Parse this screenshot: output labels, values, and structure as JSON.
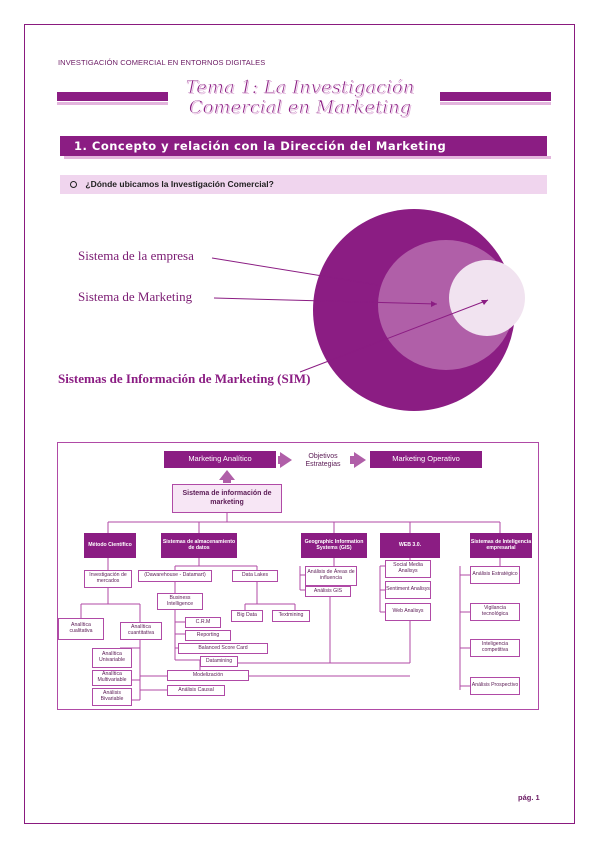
{
  "header": "INVESTIGACIÓN COMERCIAL EN ENTORNOS DIGITALES",
  "title_line1": "Tema 1: La Investigación",
  "title_line2": "Comercial en Marketing",
  "section": "1.  Concepto y relación con la Dirección del Marketing",
  "question": "¿Dónde ubicamos la Investigación Comercial?",
  "venn": {
    "label_outer": "Sistema de la empresa",
    "label_middle": "Sistema de Marketing",
    "label_inner": "Sistemas de Información de Marketing (SIM)",
    "colors": {
      "outer": "#8b1d83",
      "middle": "#b05fa8",
      "inner": "#f1e3f0"
    }
  },
  "org": {
    "top_left": "Marketing Analítico",
    "middle_text_1": "Objetivos",
    "middle_text_2": "Estrategias",
    "top_right": "Marketing Operativo",
    "root": "Sistema de información de marketing",
    "c1": "Método Científico",
    "c2": "Sistemas de almacenamiento de datos",
    "c3": "Geographic Information Systems (GIS)",
    "c4": "WEB 3.0.",
    "c5": "Sistemas de Inteligencia empresarial",
    "c1_1": "Investigación de mercados",
    "c1_2a": "Analítica cualitativa",
    "c1_2b": "Analítica cuantitativa",
    "c1_3a": "Analítica Univariable",
    "c1_3b": "Analítica Multivariable",
    "c1_3c": "Análisis Bivariable",
    "c2_1a": "(Dawarehouse - Datamart)",
    "c2_1b": "Data Lakes",
    "c2_2": "Business Intelligence",
    "c2_3a": "Big Data",
    "c2_3b": "Textmining",
    "c2_4a": "C.R.M",
    "c2_4b": "Reporting",
    "c2_4c": "Balanced Score Card",
    "c2_4d": "Datamining",
    "c2_5a": "Modelización",
    "c2_5b": "Análisis Causal",
    "c3_1": "Análisis de Áreas de influencia",
    "c3_2": "Análisis GIS",
    "c4_1": "Social Media Analisys",
    "c4_2": "Sentiment Analisys",
    "c4_3": "Web Analisys",
    "c5_1": "Análisis Estratégico",
    "c5_2": "Vigilancia tecnológica",
    "c5_3": "Inteligencia competitiva",
    "c5_4": "Análisis Prospectivo"
  },
  "page_number": "pág. 1"
}
